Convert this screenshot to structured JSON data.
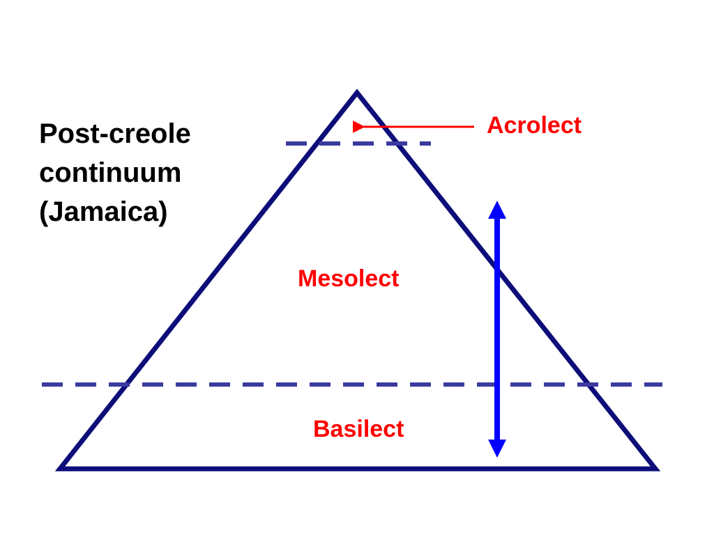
{
  "title": {
    "lines": [
      "Post-creole",
      "continuum",
      "(Jamaica)"
    ]
  },
  "labels": {
    "acrolect": "Acrolect",
    "mesolect": "Mesolect",
    "basilect": "Basilect"
  },
  "colors": {
    "triangle": "#0d0d7a",
    "dashed_line": "#3a3aa0",
    "label_text": "#ff0000",
    "pointer_arrow": "#ff0000",
    "continuum_arrow": "#0000ff",
    "title_text": "#000000"
  }
}
